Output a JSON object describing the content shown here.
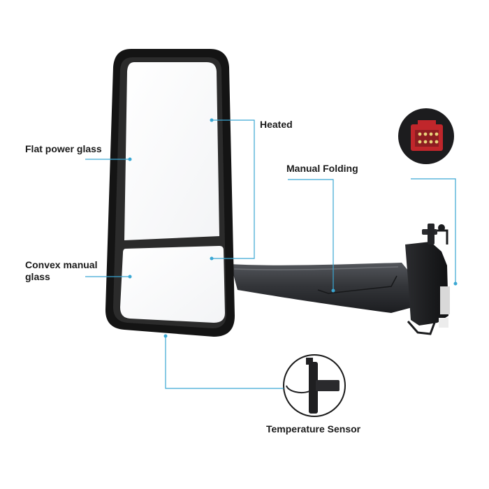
{
  "labels": {
    "flat_power_glass": "Flat power glass",
    "heated": "Heated",
    "manual_folding": "Manual Folding",
    "convex_manual_glass_line1": "Convex manual",
    "convex_manual_glass_line2": "glass",
    "temperature_sensor": "Temperature Sensor"
  },
  "colors": {
    "callout_line": "#3aa7d3",
    "frame": "#151515",
    "arm": "#2e3034",
    "connector_red": "#c0262b",
    "text": "#1a1a1a"
  }
}
